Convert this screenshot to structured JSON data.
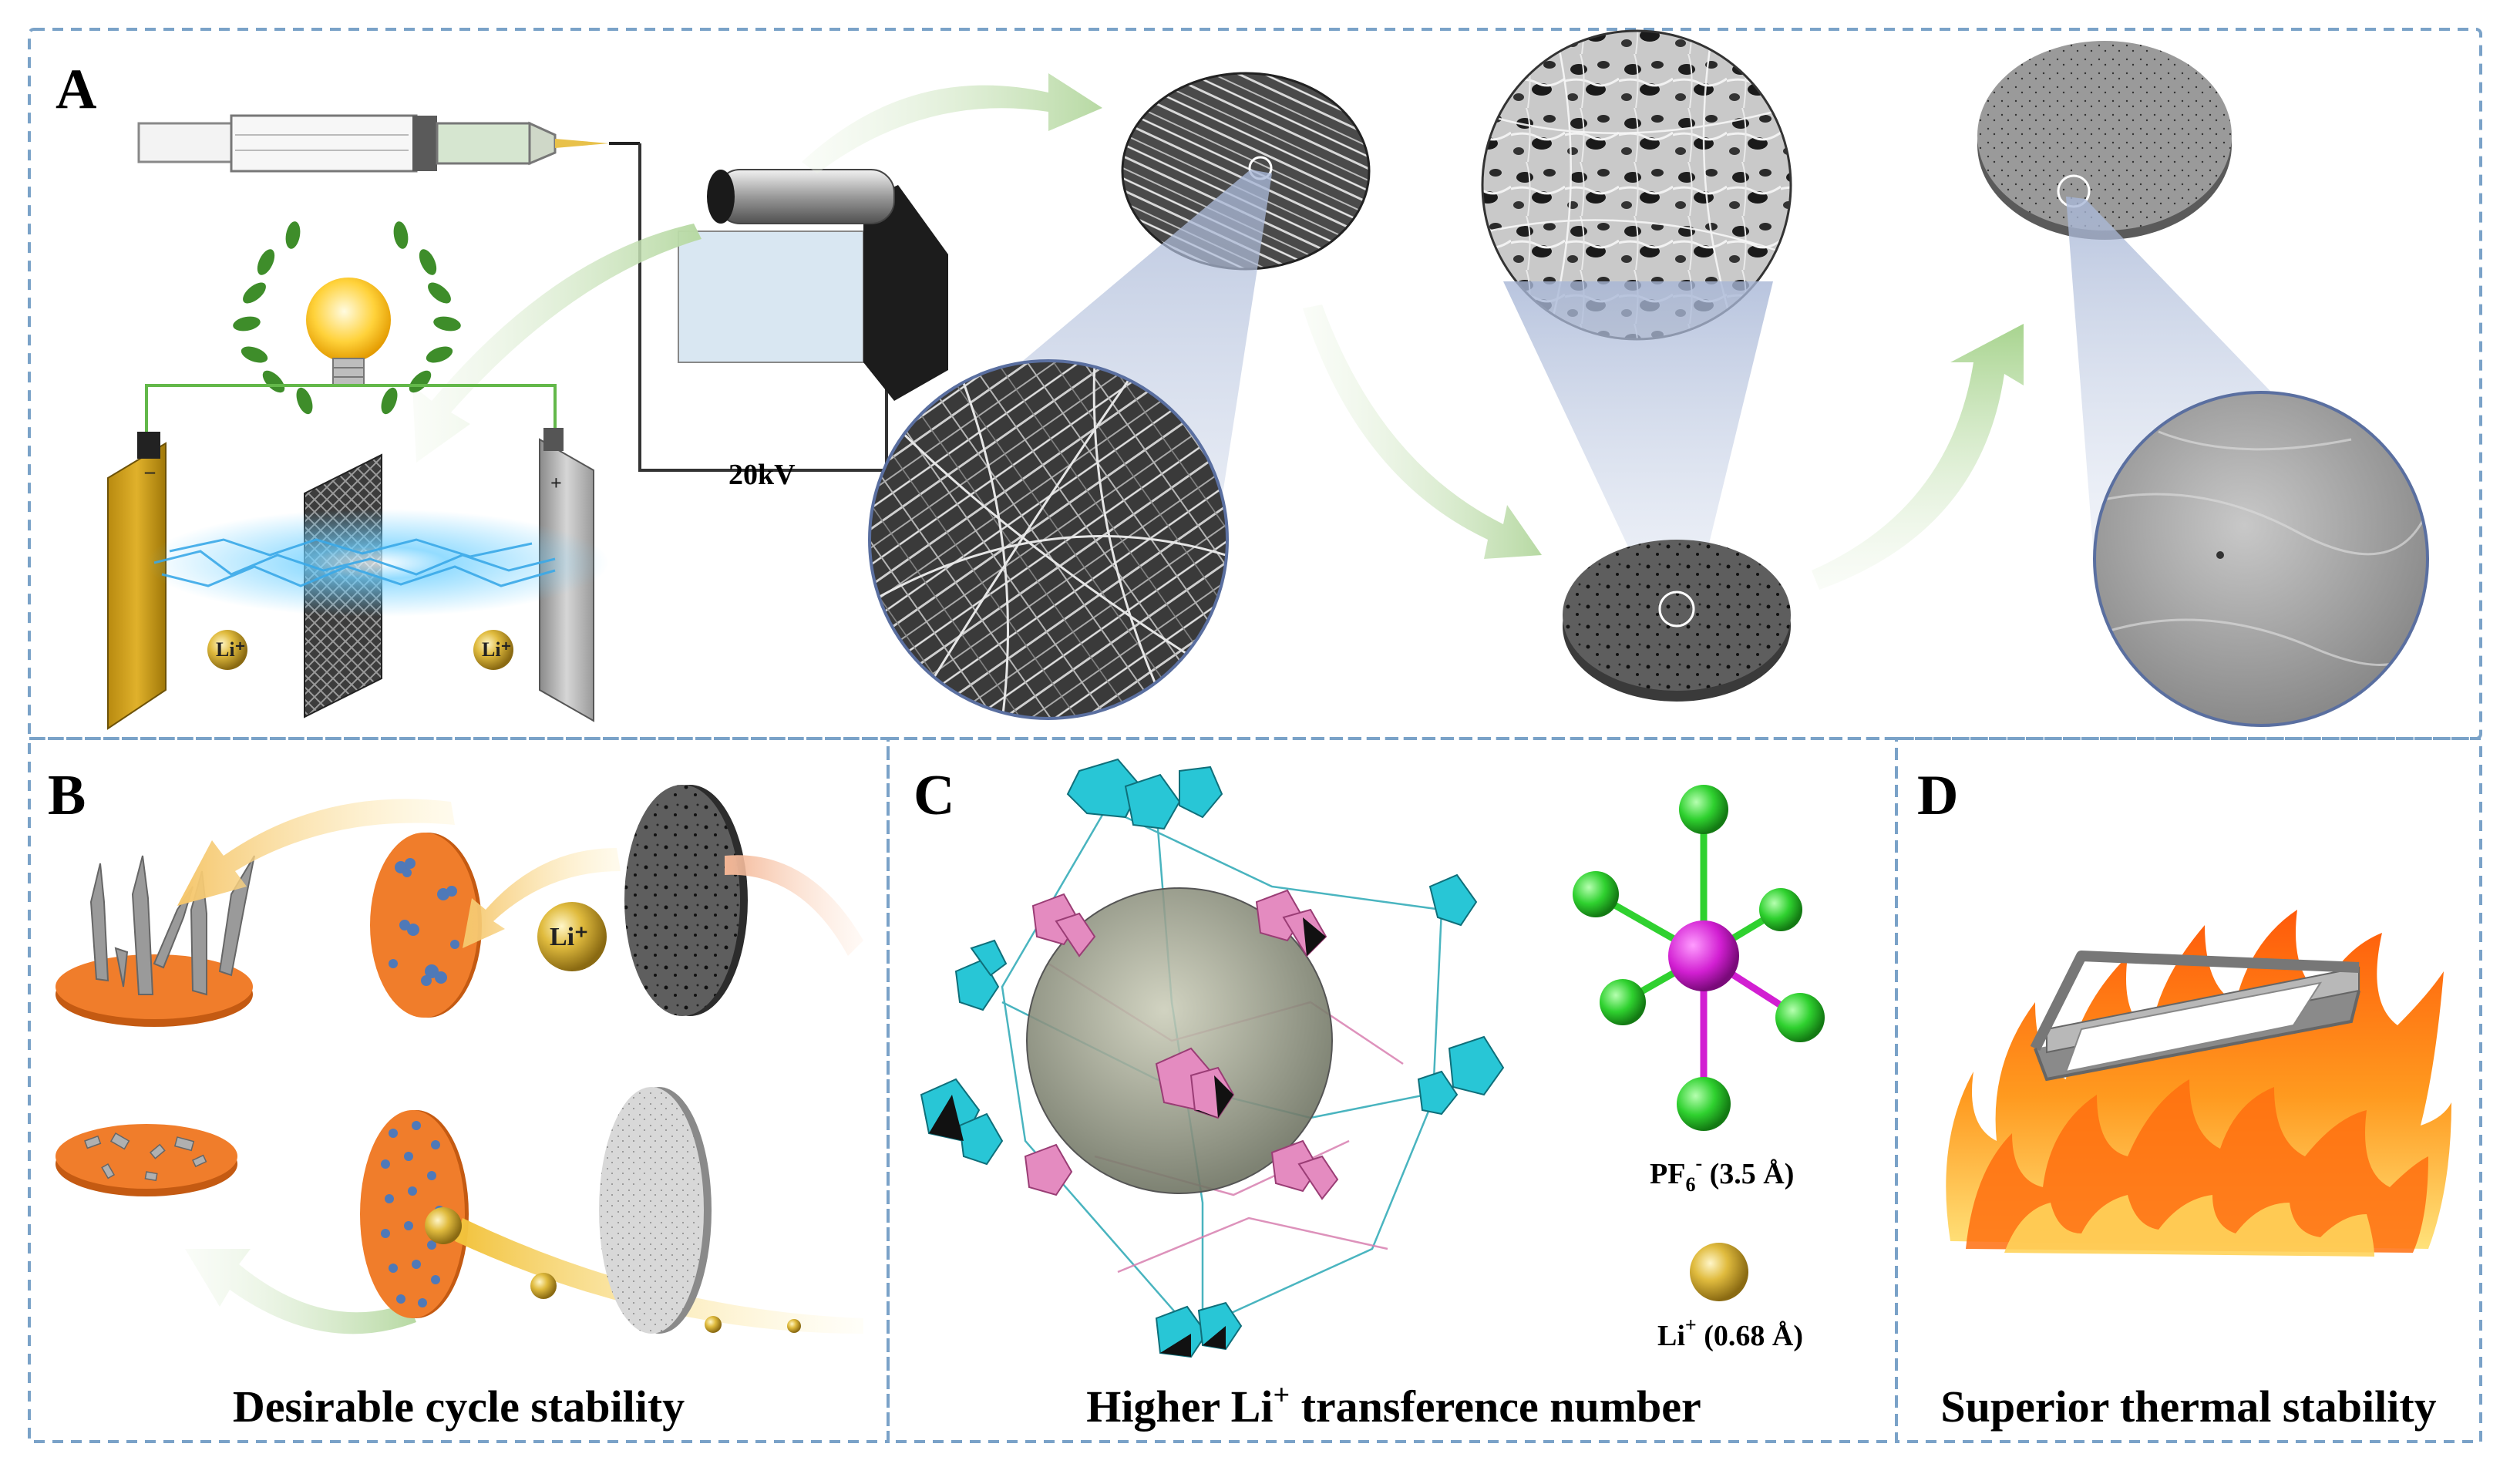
{
  "panels": {
    "a": {
      "letter": "A",
      "voltage": "20kV",
      "li_ion": "Li⁺",
      "minus_sign": "–",
      "plus_sign": "+"
    },
    "b": {
      "letter": "B",
      "li_ion": "Li⁺",
      "caption": "Desirable cycle stability"
    },
    "c": {
      "letter": "C",
      "caption_pre": "Higher Li",
      "caption_sup": "+",
      "caption_post": " transference number",
      "pf6_label": "PF",
      "pf6_sub": "6",
      "pf6_sup": "-",
      "pf6_size": " (3.5 Å)",
      "li_label": "Li",
      "li_sup": "+",
      "li_size": " (0.68 Å)"
    },
    "d": {
      "letter": "D",
      "caption": "Superior thermal stability"
    }
  },
  "colors": {
    "border_dash": "#7aa2c8",
    "orange": "#f07d2b",
    "cyan": "#28c6d6",
    "pink": "#e48bc0",
    "magenta": "#d21fd2",
    "green": "#2fd12f",
    "gold": "#d9b23a",
    "gray_disc": "#5e5e5e"
  }
}
